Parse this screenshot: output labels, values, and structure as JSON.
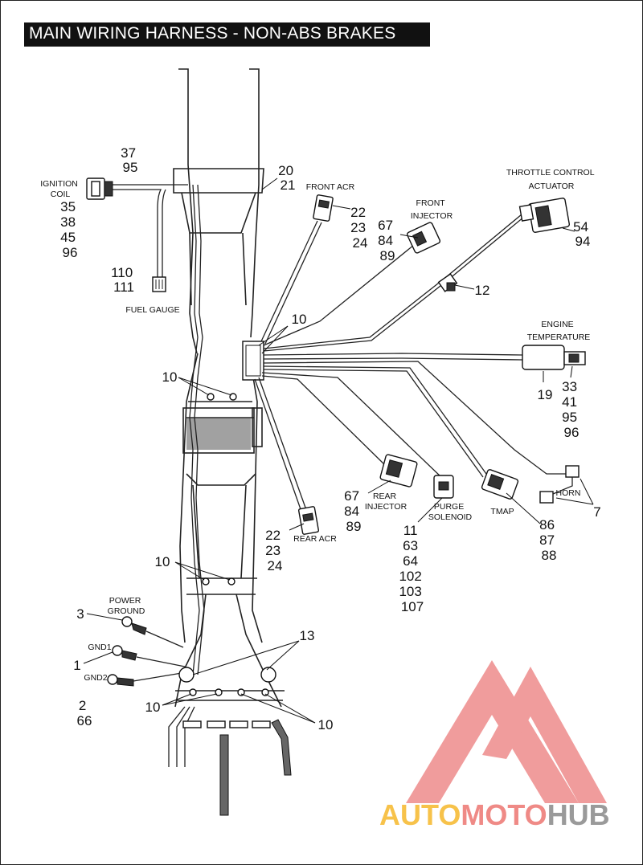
{
  "title": "MAIN WIRING HARNESS - NON-ABS BRAKES",
  "watermark": {
    "text_a": "AUTO",
    "text_b": "MOTO",
    "text_c": "HUB",
    "color_a": "#f7c24a",
    "color_b": "#ef8a86",
    "color_c": "#9a9a9a",
    "logo_color": "#ee8b8b"
  },
  "labels": {
    "ignition_coil": [
      "IGNITION",
      "COIL"
    ],
    "fuel_gauge": "FUEL GAUGE",
    "front_acr": "FRONT ACR",
    "front_injector": [
      "FRONT",
      "INJECTOR"
    ],
    "throttle_control_actuator": [
      "THROTTLE CONTROL",
      "ACTUATOR"
    ],
    "engine_temperature": [
      "ENGINE",
      "TEMPERATURE"
    ],
    "horn": "HORN",
    "tmap": "TMAP",
    "purge_solenoid": [
      "PURGE",
      "SOLENOID"
    ],
    "rear_injector": [
      "REAR",
      "INJECTOR"
    ],
    "rear_acr": "REAR ACR",
    "power_ground": [
      "POWER",
      "GROUND"
    ],
    "gnd1": "GND1",
    "gnd2": "GND2"
  },
  "callouts": {
    "ignition_top": [
      "37",
      "95"
    ],
    "ignition_bottom": [
      "35",
      "38",
      "45",
      "96"
    ],
    "frame_top": [
      "20",
      "21"
    ],
    "front_acr": [
      "22",
      "23",
      "24"
    ],
    "front_injector": [
      "67",
      "84",
      "89"
    ],
    "throttle": [
      "54",
      "94"
    ],
    "fuel_gauge": [
      "110",
      "111"
    ],
    "inline_12": "12",
    "clip_10_upper": "10",
    "clip_10_left": "10",
    "engine_temp_19": "19",
    "engine_temp": [
      "33",
      "41",
      "95",
      "96"
    ],
    "horn": "7",
    "tmap": [
      "86",
      "87",
      "88"
    ],
    "purge": [
      "11",
      "63",
      "64",
      "102",
      "103",
      "107"
    ],
    "rear_injector": [
      "67",
      "84",
      "89"
    ],
    "rear_acr": [
      "22",
      "23",
      "24"
    ],
    "clip_10_mid": "10",
    "power_ground": "3",
    "gnd1": "1",
    "gnd2": [
      "2",
      "66"
    ],
    "item_13": "13",
    "clip_10_bottom_left": "10",
    "clip_10_bottom_right": "10"
  }
}
